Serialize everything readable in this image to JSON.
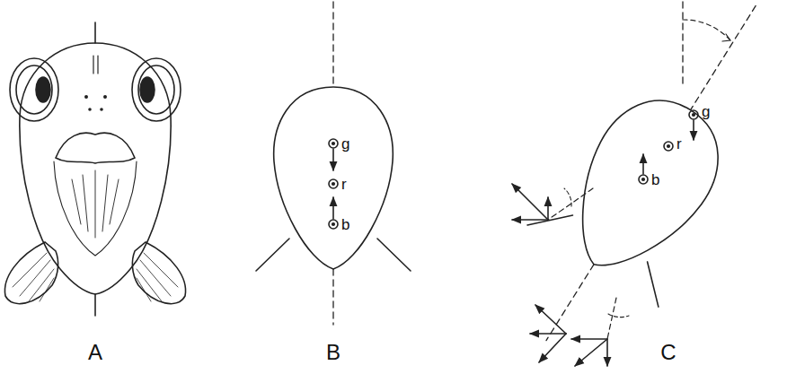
{
  "diagram": {
    "labels": [
      "A",
      "B",
      "C",
      "g",
      "r",
      "b",
      "g",
      "r",
      "b"
    ]
  }
}
